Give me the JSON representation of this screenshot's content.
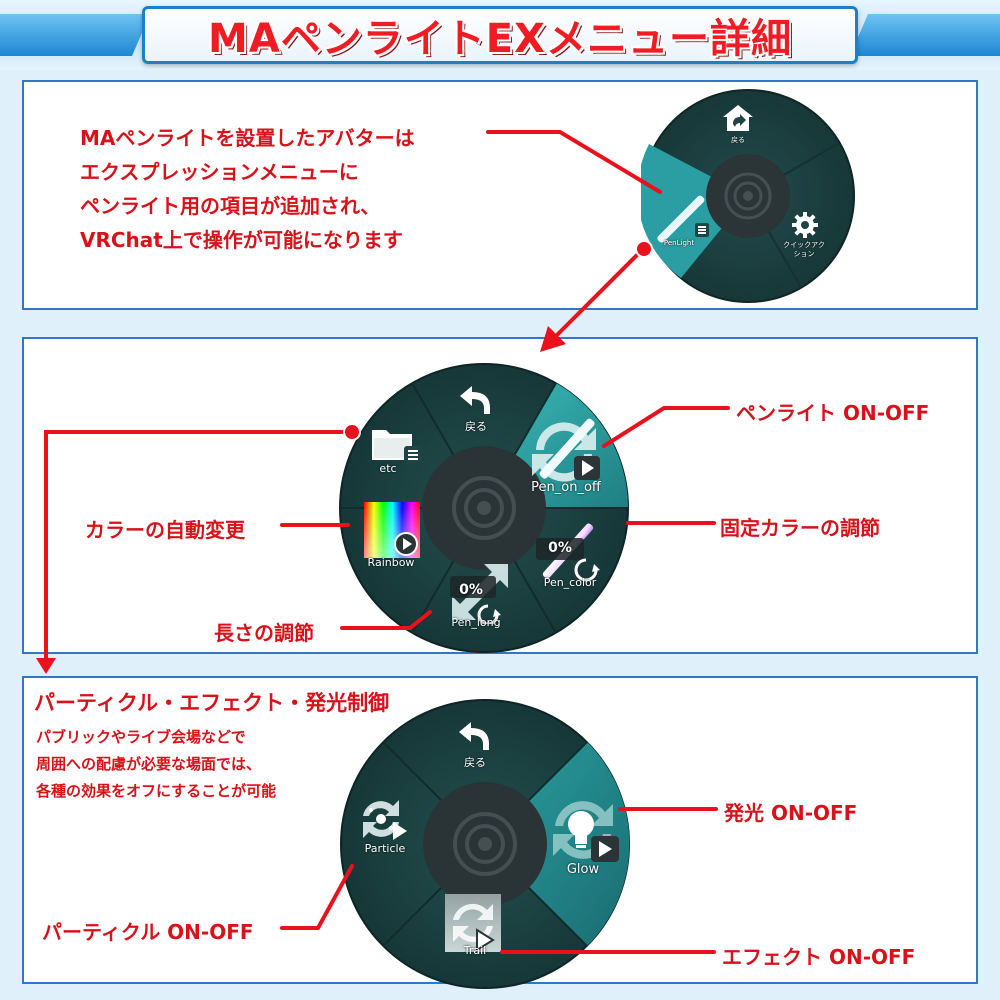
{
  "header": {
    "title": "MAペンライトEXメニュー詳細"
  },
  "intro": {
    "lines": [
      "MAペンライトを設置したアバターは",
      "エクスプレッションメニューに",
      "ペンライト用の項目が追加され、",
      "VRChat上で操作が可能になります"
    ]
  },
  "menu_root": {
    "items": [
      {
        "label": "戻る",
        "icon": "back-home-icon"
      },
      {
        "label": "クイックアク\nション",
        "icon": "gear-icon"
      },
      {
        "label": "PenLight",
        "icon": "penlight-icon"
      }
    ]
  },
  "menu_penlight": {
    "items": [
      {
        "label": "戻る",
        "icon": "back-arrow-icon"
      },
      {
        "label": "Pen_on_off",
        "icon": "toggle-icon"
      },
      {
        "label": "Pen_color",
        "icon": "color-radial-icon",
        "value": "0%"
      },
      {
        "label": "Pen_long",
        "icon": "length-radial-icon",
        "value": "0%"
      },
      {
        "label": "Rainbow",
        "icon": "rainbow-icon"
      },
      {
        "label": "etc",
        "icon": "folder-icon"
      }
    ],
    "annotations": {
      "pen_on_off": "ペンライト ON-OFF",
      "pen_color": "固定カラーの調節",
      "rainbow": "カラーの自動変更",
      "pen_long": "長さの調節"
    }
  },
  "menu_etc": {
    "title": "パーティクル・エフェクト・発光制御",
    "description": [
      "パブリックやライブ会場などで",
      "周囲への配慮が必要な場面では、",
      "各種の効果をオフにすることが可能"
    ],
    "items": [
      {
        "label": "戻る",
        "icon": "back-arrow-icon"
      },
      {
        "label": "Glow",
        "icon": "bulb-icon"
      },
      {
        "label": "Trail",
        "icon": "trail-icon"
      },
      {
        "label": "Particle",
        "icon": "particle-icon"
      }
    ],
    "annotations": {
      "glow": "発光 ON-OFF",
      "particle": "パーティクル ON-OFF",
      "trail": "エフェクト ON-OFF"
    }
  },
  "colors": {
    "accent_red": "#d8121a",
    "panel_border": "#2f78c8",
    "wheel_dark": "#1f4445",
    "wheel_active": "#2a9a9e"
  }
}
